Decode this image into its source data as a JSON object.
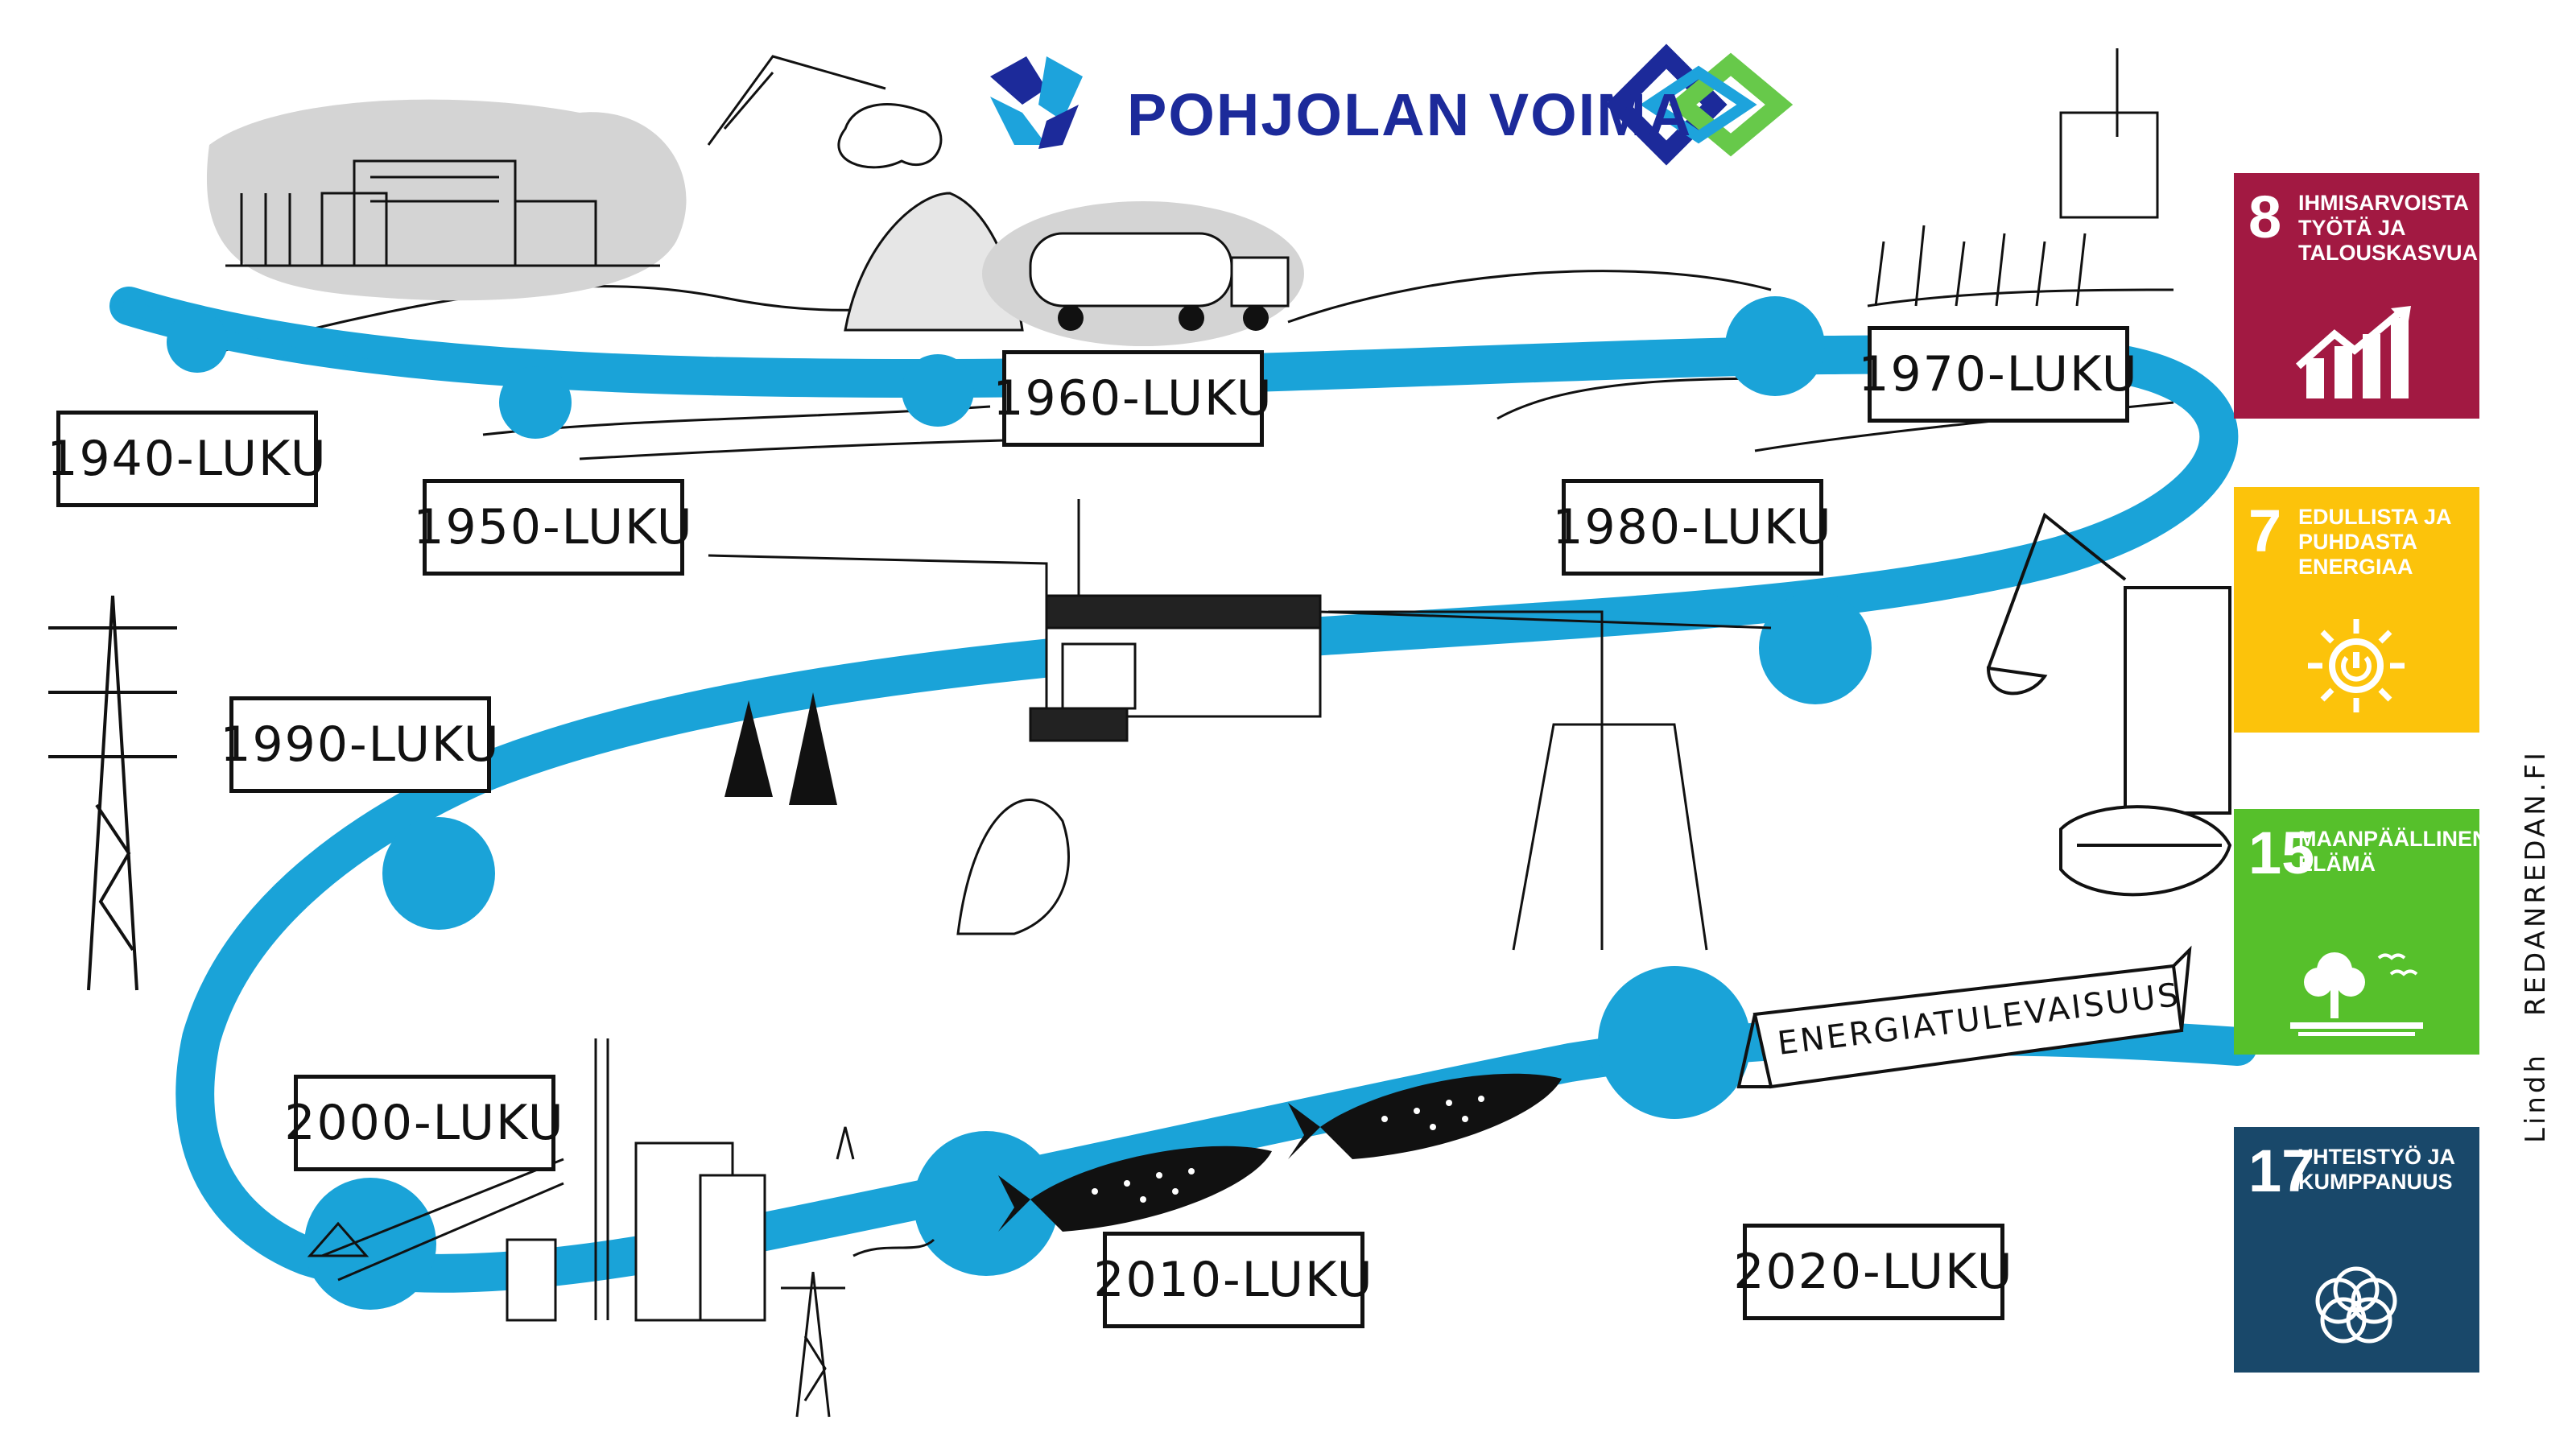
{
  "brand": {
    "name": "POHJOLAN VOIMA",
    "primary_color": "#1c2a9a",
    "accent_cyan": "#1da3dc",
    "accent_green": "#67c94a"
  },
  "timeline": {
    "river_color": "#1aa3d8",
    "decades": [
      {
        "id": "1940",
        "label": "1940-LUKU"
      },
      {
        "id": "1950",
        "label": "1950-LUKU"
      },
      {
        "id": "1960",
        "label": "1960-LUKU"
      },
      {
        "id": "1970",
        "label": "1970-LUKU"
      },
      {
        "id": "1980",
        "label": "1980-LUKU"
      },
      {
        "id": "1990",
        "label": "1990-LUKU"
      },
      {
        "id": "2000",
        "label": "2000-LUKU"
      },
      {
        "id": "2010",
        "label": "2010-LUKU"
      },
      {
        "id": "2020",
        "label": "2020-LUKU"
      }
    ],
    "future_banner": "ENERGIATULEVAISUUS"
  },
  "sdg_goals": [
    {
      "number": "8",
      "title": "IHMISARVOISTA TYÖTÄ JA TALOUSKASVUA",
      "color": "#a21942",
      "icon": "growth-chart-icon"
    },
    {
      "number": "7",
      "title": "EDULLISTA JA PUHDASTA ENERGIAA",
      "color": "#fcc30b",
      "icon": "sun-power-icon"
    },
    {
      "number": "15",
      "title": "MAANPÄÄLLINEN ELÄMÄ",
      "color": "#56c02b",
      "icon": "tree-birds-icon"
    },
    {
      "number": "17",
      "title": "YHTEISTYÖ JA KUMPPANUUS",
      "color": "#19486a",
      "icon": "interlocking-rings-icon"
    }
  ],
  "credit": {
    "signature": "Lindh",
    "website": "REDANREDAN.FI"
  }
}
